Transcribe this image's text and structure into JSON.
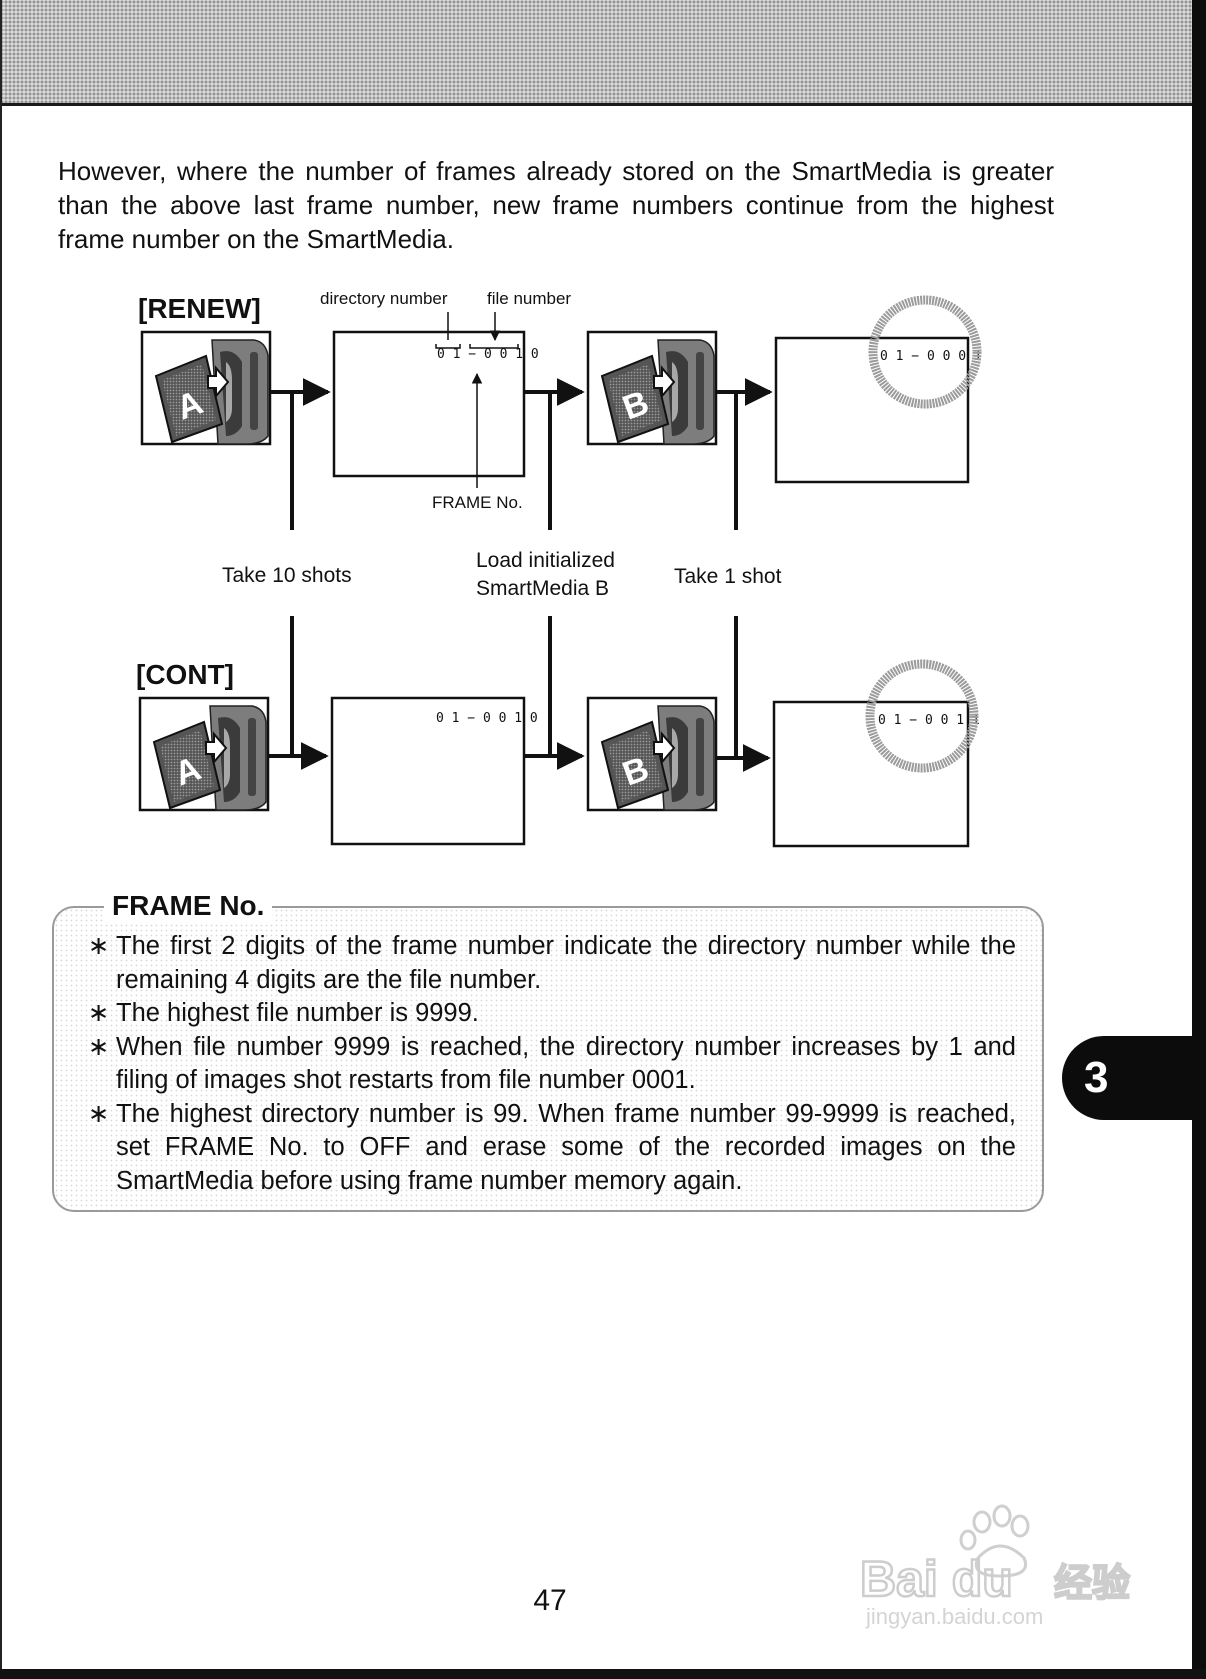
{
  "intro_text": "However, where the number of frames already stored on the SmartMedia is greater than the above last frame number, new frame numbers continue from the highest frame number on the SmartMedia.",
  "diagram": {
    "renew_label": "[RENEW]",
    "cont_label": "[CONT]",
    "directory_number_label": "directory number",
    "file_number_label": "file number",
    "frame_no_label": "FRAME No.",
    "step1_label": "Take 10 shots",
    "step2_line1": "Load initialized",
    "step2_line2": "SmartMedia B",
    "step3_label": "Take 1 shot",
    "card_a_letter": "A",
    "card_b_letter": "B",
    "renew_screen1_number": "0 1 − 0 0 1 0",
    "renew_screen2_number": "0 1 − 0 0 0 1",
    "cont_screen1_number": "0 1 − 0 0 1 0",
    "cont_screen2_number": "0 1 − 0 0 1 1"
  },
  "note": {
    "title": "FRAME No.",
    "bullet": "∗",
    "items": [
      "The first 2 digits of the frame number indicate the directory number while the remaining 4 digits are the file number.",
      "The highest file number is 9999.",
      "When file number 9999 is reached, the directory number increases by 1 and filing of images shot restarts from file number 0001.",
      "The highest directory number is 99. When frame number 99-9999 is reached, set FRAME No. to OFF and erase some of the recorded images on the SmartMedia before using frame number memory again."
    ]
  },
  "chapter_tab": "3",
  "page_number": "47",
  "watermark": {
    "brand": "Bai du",
    "brand_cn": "经验",
    "url": "jingyan.baidu.com"
  }
}
